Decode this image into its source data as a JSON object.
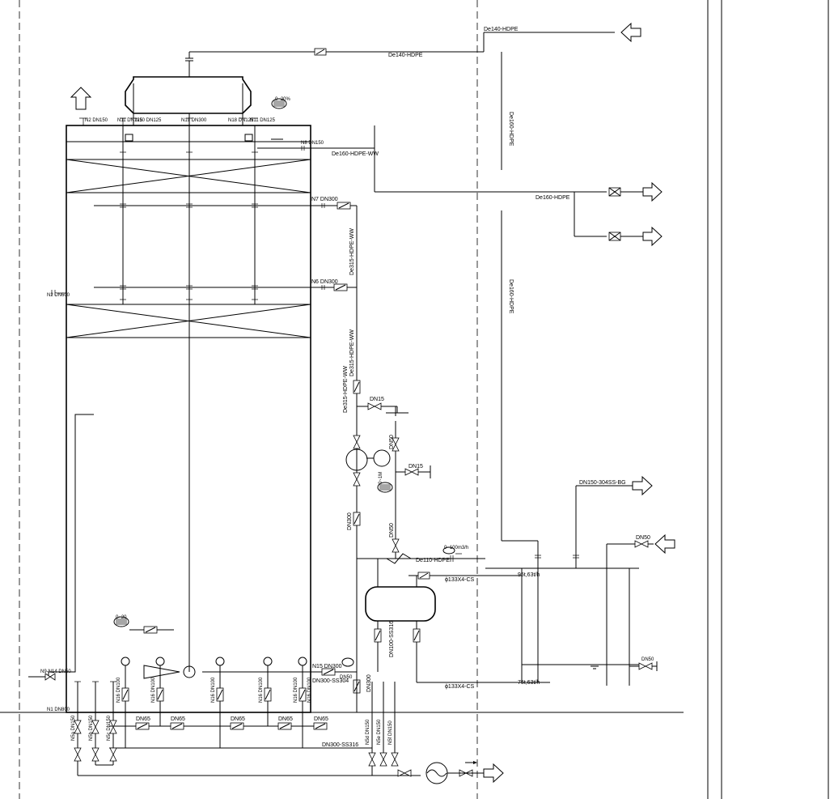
{
  "labels": {
    "de140_top": "De140-HDPE",
    "de140_mid": "De140-HDPE",
    "de160_v1": "De160-HDPE",
    "de160_v2": "De160-HDPE",
    "de160_ww": "De160-HDPE-WW",
    "de160_h": "De160-HDPE",
    "de315_ww_a": "De315-HDPE-WW",
    "de315_ww_b": "De315-HDPE-WW",
    "de315_ww_c": "De315-HDPE-WW",
    "dn150_bg": "DN150-304SS-BG",
    "n2_dn150": "N2 DN150",
    "n11_a": "N11 DN125",
    "n10_a": "N10 DN125",
    "n19": "N19 DN300",
    "n18_b": "N18 DN125",
    "n11_b": "N11 DN125",
    "n8": "N8 DN150",
    "n7": "N7 DN300",
    "n6": "N6 DN300",
    "n2_dn600": "N2 DN600",
    "n1_dn800": "N1 DN800",
    "n9n14": "N9-N14 DN50",
    "n15": "N15 DN300",
    "dn300_ss304": "DN300-SS304",
    "dn300_ss316": "DN300-SS316",
    "dn300_v": "DN300",
    "dn300_v2": "DN300",
    "dn100_ss316": "DN100-SS316",
    "de110": "De110-HDPE",
    "phi133_a": "ϕ133X4-CS",
    "phi133_b": "ϕ133X4-CS",
    "dn15_a": "DN15",
    "dn15_b": "DN15",
    "dn50_a": "DN50",
    "dn50_b": "DN50",
    "dn50_c": "DN50",
    "dn50_d": "DN50",
    "dn65_1": "DN65",
    "dn65_2": "DN65",
    "dn65_3": "DN65",
    "dn65_4": "DN65",
    "dn65_5": "DN65",
    "n16a": "N16 DN100",
    "n16b": "N16 DN100",
    "n16c": "N16 DN100",
    "n16d": "N16 DN100",
    "n16e": "N16 DN100",
    "n16f": "N16 DN100",
    "n5a": "N5a DN150",
    "n5b": "N5b DN150",
    "n5c": "N5c DN150",
    "n5d": "N5d DN150",
    "n5e": "N5e DN150",
    "n5f": "N5f DN150",
    "ss_a": "95t,63t/h",
    "ss_b": "75t,63t/h",
    "flow_a": "0~100m3/h",
    "gauge_a": "0~20%",
    "gauge_b": "0~1M",
    "gauge_c": "0~20",
    "dn50_e": "DN50"
  },
  "colors": {
    "line": "#000000",
    "background": "#ffffff"
  }
}
